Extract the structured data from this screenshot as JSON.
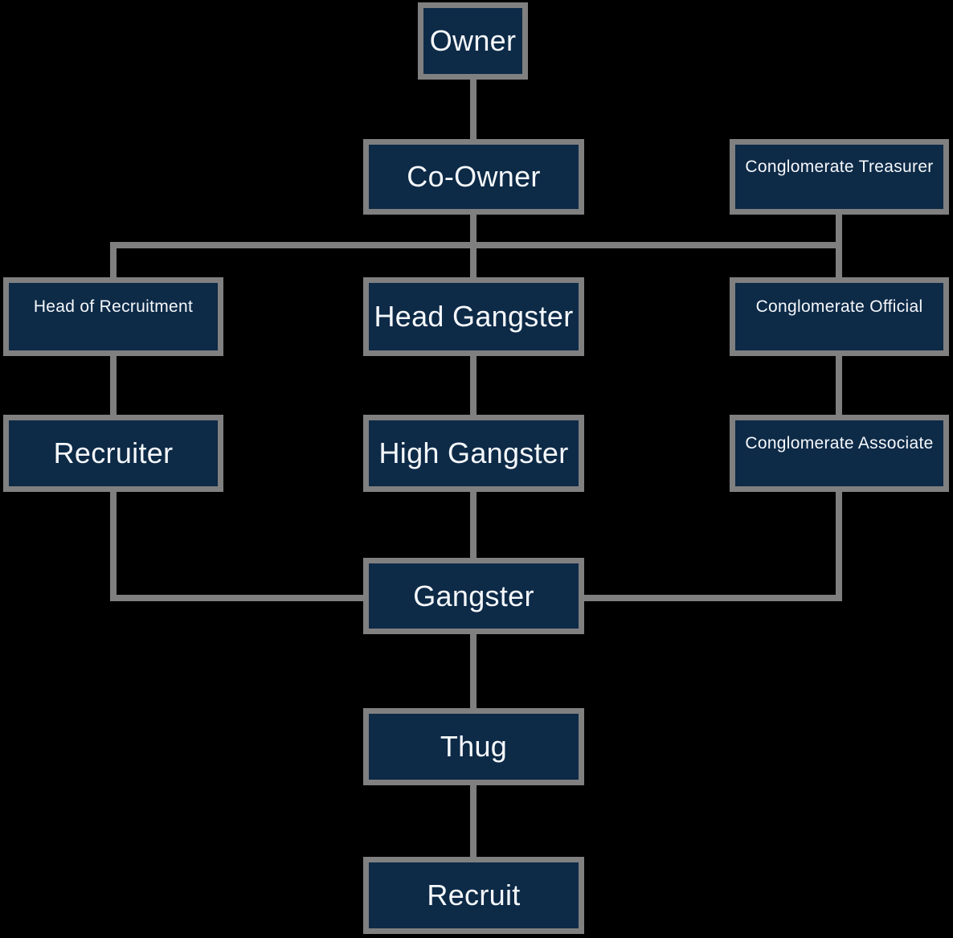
{
  "diagram": {
    "type": "org-chart",
    "background_color": "#000000",
    "node_fill_color": "#0d2a47",
    "node_border_color": "#808080",
    "connector_color": "#7f7f7f",
    "text_color": "#f5f8fb",
    "nodes": [
      {
        "id": "owner",
        "label": "Owner"
      },
      {
        "id": "co-owner",
        "label": "Co-Owner"
      },
      {
        "id": "conglomerate-treasurer",
        "label": "Conglomerate Treasurer"
      },
      {
        "id": "head-of-recruitment",
        "label": "Head of Recruitment"
      },
      {
        "id": "head-gangster",
        "label": "Head Gangster"
      },
      {
        "id": "conglomerate-official",
        "label": "Conglomerate Official"
      },
      {
        "id": "recruiter",
        "label": "Recruiter"
      },
      {
        "id": "high-gangster",
        "label": "High Gangster"
      },
      {
        "id": "conglomerate-associate",
        "label": "Conglomerate Associate"
      },
      {
        "id": "gangster",
        "label": "Gangster"
      },
      {
        "id": "thug",
        "label": "Thug"
      },
      {
        "id": "recruit",
        "label": "Recruit"
      }
    ],
    "edges": [
      {
        "from": "Owner",
        "to": "Co-Owner"
      },
      {
        "from": "Co-Owner",
        "to": "Head of Recruitment"
      },
      {
        "from": "Co-Owner",
        "to": "Head Gangster"
      },
      {
        "from": "Conglomerate Treasurer",
        "to": "Conglomerate Official"
      },
      {
        "from": "Head of Recruitment",
        "to": "Recruiter"
      },
      {
        "from": "Head Gangster",
        "to": "High Gangster"
      },
      {
        "from": "Conglomerate Official",
        "to": "Conglomerate Associate"
      },
      {
        "from": "Recruiter",
        "to": "Gangster"
      },
      {
        "from": "High Gangster",
        "to": "Gangster"
      },
      {
        "from": "Conglomerate Associate",
        "to": "Gangster"
      },
      {
        "from": "Gangster",
        "to": "Thug"
      },
      {
        "from": "Thug",
        "to": "Recruit"
      }
    ]
  }
}
